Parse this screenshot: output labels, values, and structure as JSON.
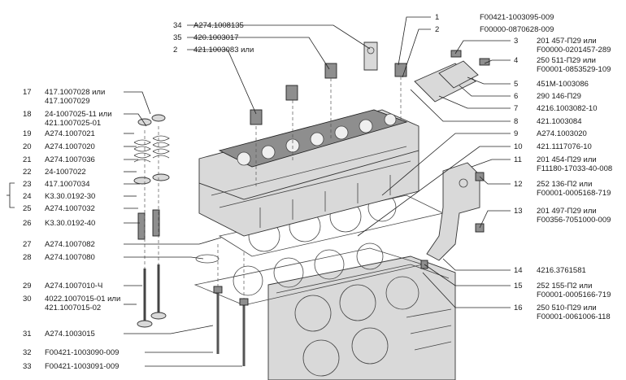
{
  "callouts": {
    "top": [
      {
        "num": "34",
        "code": "A274.1008135"
      },
      {
        "num": "35",
        "code": "420.1003017"
      },
      {
        "num": "2",
        "code": "421.1003083 или"
      },
      {
        "num": "1",
        "code": "F00421-1003095-009"
      },
      {
        "num": "2",
        "code": "F00000-0870628-009"
      }
    ],
    "left": [
      {
        "num": "17",
        "code": "417.1007028 или",
        "code2": "417.1007029"
      },
      {
        "num": "18",
        "code": "24-1007025-11 или",
        "code2": "421.1007025-01"
      },
      {
        "num": "19",
        "code": "A274.1007021"
      },
      {
        "num": "20",
        "code": "A274.1007020"
      },
      {
        "num": "21",
        "code": "A274.1007036"
      },
      {
        "num": "22",
        "code": "24-1007022"
      },
      {
        "num": "23",
        "code": "417.1007034"
      },
      {
        "num": "24",
        "code": "K3.30.0192-30"
      },
      {
        "num": "25",
        "code": "A274.1007032"
      },
      {
        "num": "26",
        "code": "K3.30.0192-40"
      },
      {
        "num": "27",
        "code": "A274.1007082"
      },
      {
        "num": "28",
        "code": "A274.1007080"
      },
      {
        "num": "29",
        "code": "A274.1007010-Ч"
      },
      {
        "num": "30",
        "code": "4022.1007015-01 или",
        "code2": "421.1007015-02"
      },
      {
        "num": "31",
        "code": "A274.1003015"
      },
      {
        "num": "32",
        "code": "F00421-1003090-009"
      },
      {
        "num": "33",
        "code": "F00421-1003091-009"
      }
    ],
    "right": [
      {
        "num": "3",
        "code": "201 457-П29 или",
        "code2": "F00000-0201457-289"
      },
      {
        "num": "4",
        "code": "250 511-П29 или",
        "code2": "F00001-0853529-109"
      },
      {
        "num": "5",
        "code": "451M-1003086"
      },
      {
        "num": "6",
        "code": "290 146-П29"
      },
      {
        "num": "7",
        "code": "4216.1003082-10"
      },
      {
        "num": "8",
        "code": "421.1003084"
      },
      {
        "num": "9",
        "code": "A274.1003020"
      },
      {
        "num": "10",
        "code": "421.1117076-10"
      },
      {
        "num": "11",
        "code": "201 454-П29 или",
        "code2": "F11180-17033-40-008"
      },
      {
        "num": "12",
        "code": "252 136-П2 или",
        "code2": "F00001-0005168-719"
      },
      {
        "num": "13",
        "code": "201 497-П29 или",
        "code2": "F00356-7051000-009"
      },
      {
        "num": "14",
        "code": "4216.3761581"
      },
      {
        "num": "15",
        "code": "252 155-П2 или",
        "code2": "F00001-0005166-719"
      },
      {
        "num": "16",
        "code": "250 510-П29 или",
        "code2": "F00001-0061006-118"
      }
    ]
  }
}
